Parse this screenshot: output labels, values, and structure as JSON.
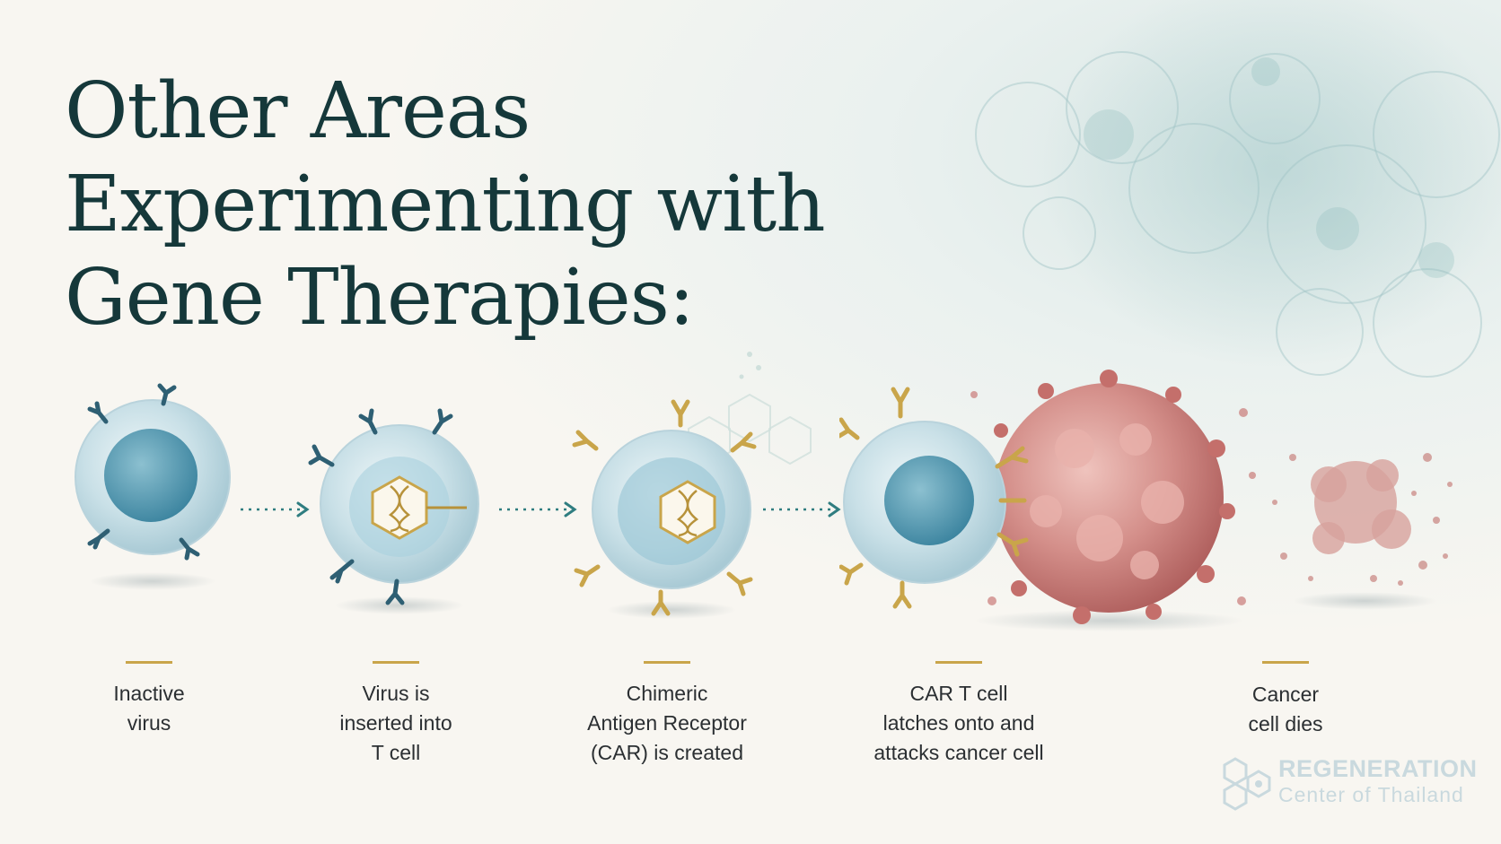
{
  "title": {
    "line1": "Other Areas",
    "line2": "Experimenting with",
    "line3": "Gene Therapies:"
  },
  "steps": [
    {
      "line1": "Inactive",
      "line2": "virus",
      "line3": ""
    },
    {
      "line1": "Virus is",
      "line2": "inserted into",
      "line3": "T cell"
    },
    {
      "line1": "Chimeric",
      "line2": "Antigen Receptor",
      "line3": "(CAR) is created"
    },
    {
      "line1": "CAR T cell",
      "line2": "latches onto and",
      "line3": "attacks cancer cell"
    },
    {
      "line1": "Cancer",
      "line2": "cell dies",
      "line3": ""
    }
  ],
  "logo": {
    "word1": "REGENERATION",
    "word2": "Center of Thailand"
  },
  "colors": {
    "title": "#15383a",
    "accent_gold": "#c9a54a",
    "arrow_teal": "#2f7d80",
    "cell_blue": "#7fb3c8",
    "cancer_red": "#c97a78"
  }
}
